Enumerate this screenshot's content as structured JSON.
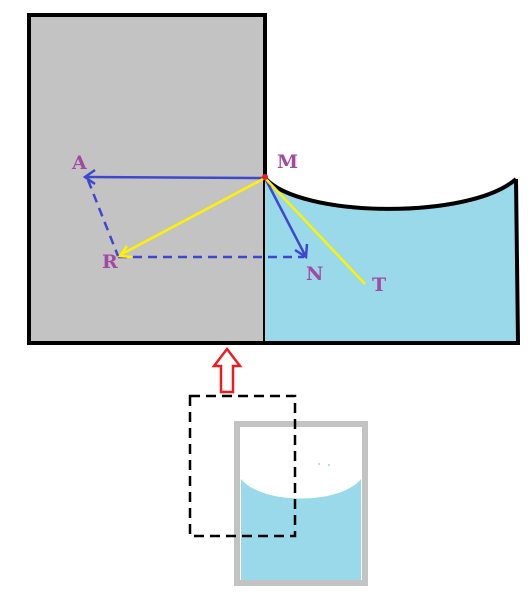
{
  "colors": {
    "solid": "#c3c3c3",
    "liquid": "#99d9ea",
    "outline": "#000000",
    "force_vector": "#3f48cc",
    "tension_line": "#fff200",
    "label": "#a349a4",
    "contact_point": "#ed1c24",
    "inset_arrow": "#ed1c24",
    "beaker_wall": "#c3c3c3"
  },
  "labels": {
    "M": "M",
    "A": "A",
    "R": "R",
    "N": "N",
    "T": "T"
  }
}
